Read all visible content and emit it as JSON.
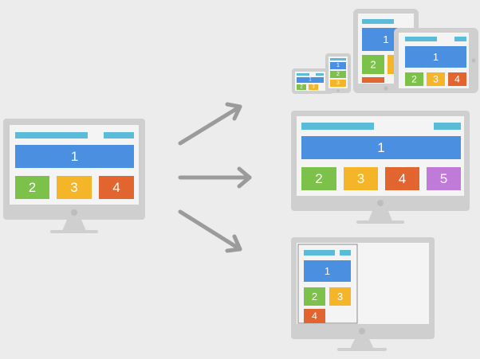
{
  "diagram": {
    "colors": {
      "background": "#ececec",
      "device_frame": "#cfcfcf",
      "device_stand": "#cfcfcf",
      "screen_bg": "#f4f4f4",
      "header_bar": "#5bbcd9",
      "block_1": "#4a8fe0",
      "block_2": "#7cc24a",
      "block_3": "#f5b529",
      "block_4": "#e2642f",
      "block_5": "#c07ad8",
      "arrow": "#9b9b9b"
    },
    "arrow_icon": "arrow-right",
    "labels": {
      "b1": "1",
      "b2": "2",
      "b3": "3",
      "b4": "4",
      "b5": "5"
    }
  }
}
